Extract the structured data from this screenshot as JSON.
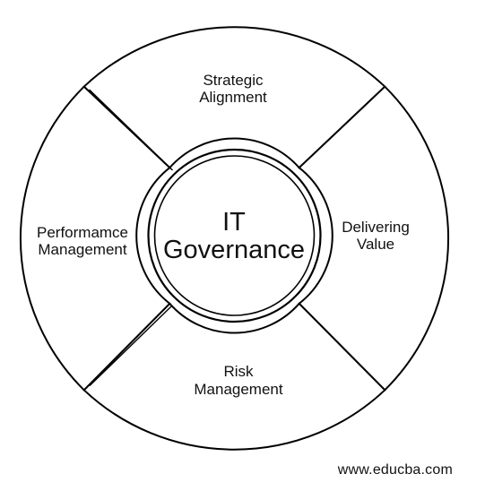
{
  "diagram": {
    "center": {
      "line1": "IT",
      "line2": "Governance"
    },
    "segments": {
      "top": {
        "line1": "Strategic",
        "line2": "Alignment"
      },
      "right": {
        "line1": "Delivering",
        "line2": "Value"
      },
      "bottom": {
        "line1": "Risk",
        "line2": "Management"
      },
      "left": {
        "line1": "Performamce",
        "line2": "Management"
      }
    }
  },
  "watermark": "www.educba.com"
}
